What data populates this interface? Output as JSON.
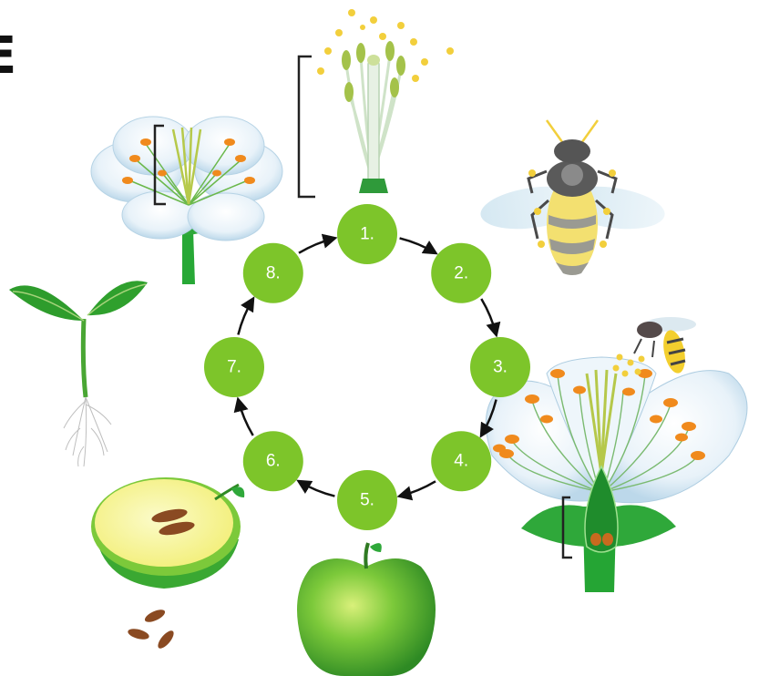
{
  "cycle": {
    "node_color": "#7dc52a",
    "label_color": "#ffffff",
    "arrow_color": "#111111",
    "nodes": [
      {
        "label": "1."
      },
      {
        "label": "2."
      },
      {
        "label": "3."
      },
      {
        "label": "4."
      },
      {
        "label": "5."
      },
      {
        "label": "6."
      },
      {
        "label": "7."
      },
      {
        "label": "8."
      }
    ]
  },
  "edge_text": "E",
  "icons": [
    "stamen-pistil-icon",
    "open-flower-icon",
    "honeybee-icon",
    "small-bee-icon",
    "flower-cross-section-icon",
    "seedling-icon",
    "sliced-apple-icon",
    "seeds-icon",
    "whole-apple-icon"
  ],
  "colors": {
    "leaf_green": "#2fa83a",
    "apple_green": "#7cc93a",
    "pollen_yellow": "#f2cf3c",
    "stamen_orange": "#f08a1d",
    "seed_brown": "#8a4a22",
    "petal_blue": "#dcecf6"
  }
}
